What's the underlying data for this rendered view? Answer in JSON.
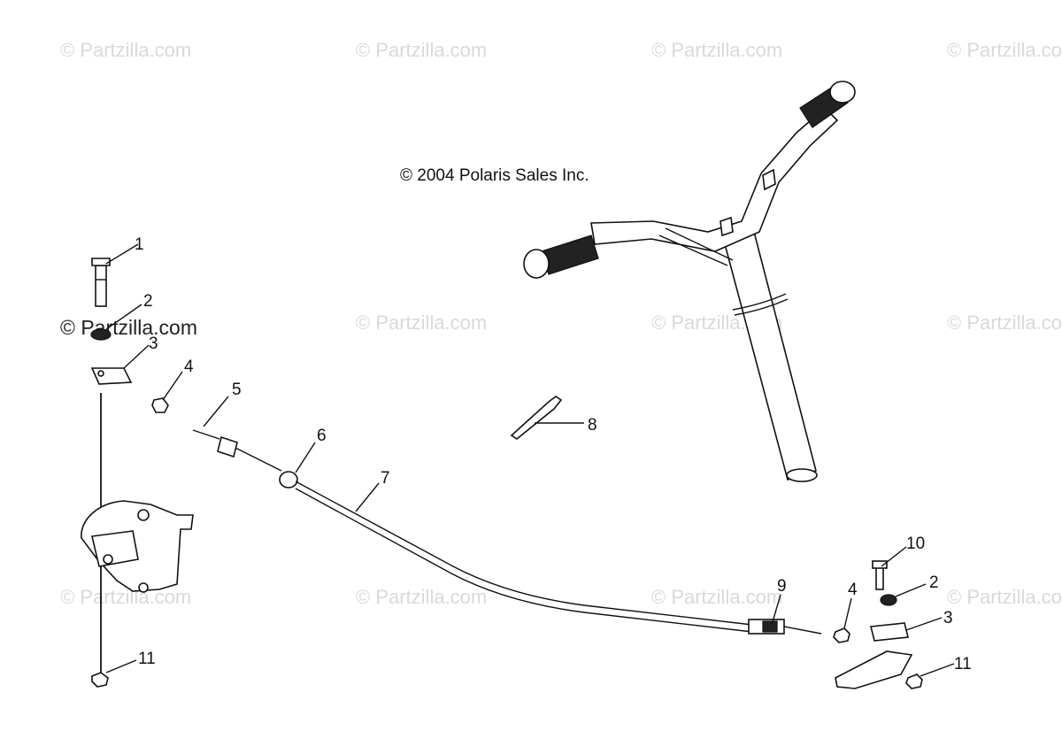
{
  "copyright": "© 2004 Polaris Sales Inc.",
  "watermark": "© Partzilla.com",
  "callouts": {
    "c1": "1",
    "c2a": "2",
    "c3a": "3",
    "c4a": "4",
    "c5": "5",
    "c6": "6",
    "c7": "7",
    "c8": "8",
    "c9": "9",
    "c10": "10",
    "c2b": "2",
    "c4b": "4",
    "c3b": "3",
    "c11a": "11",
    "c11b": "11"
  }
}
